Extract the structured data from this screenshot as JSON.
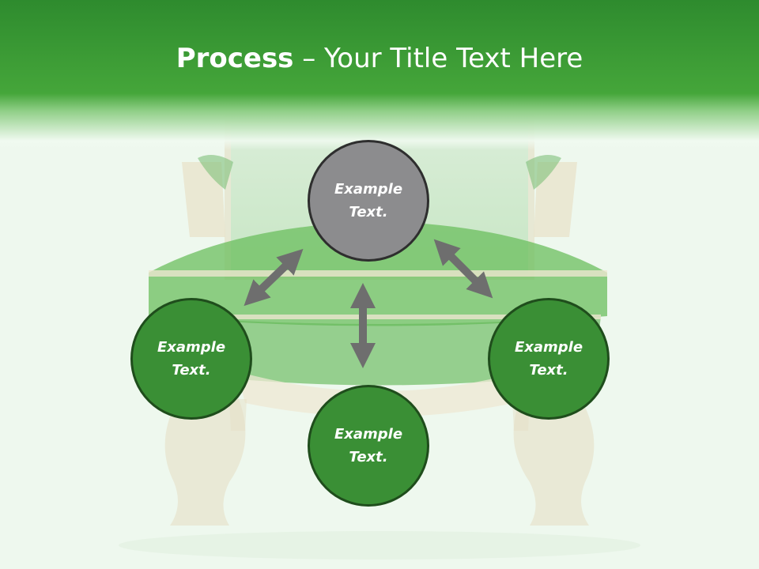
{
  "title": {
    "bold": "Process",
    "rest": " – Your Title Text Here"
  },
  "nodes": [
    {
      "line1": "Example",
      "line2": "Text."
    },
    {
      "line1": "Example",
      "line2": "Text."
    },
    {
      "line1": "Example",
      "line2": "Text."
    },
    {
      "line1": "Example",
      "line2": "Text."
    }
  ],
  "colors": {
    "header": "#3fa336",
    "node_center": "#8c8c8e",
    "node_outer": "#3a8f35",
    "arrow": "#6e6e6e"
  }
}
